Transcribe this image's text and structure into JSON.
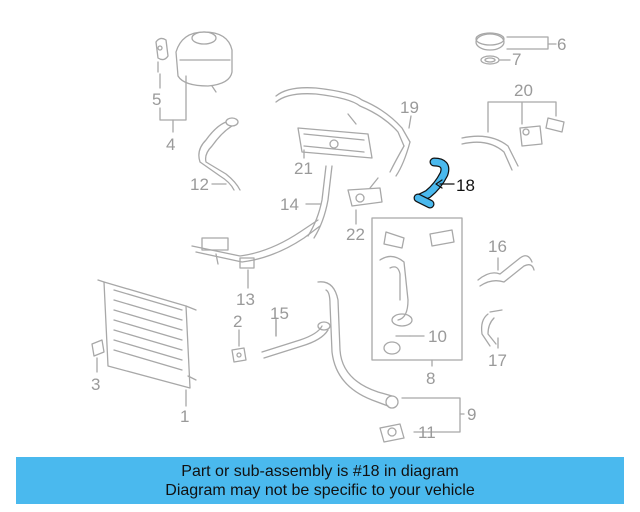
{
  "colors": {
    "highlight": "#4ab9ee",
    "part_outline": "#a8a8a8",
    "label_grey": "#9a9a9a",
    "banner_bg": "#4ab9ee"
  },
  "diagram": {
    "highlighted_part": "18",
    "callouts": [
      "1",
      "2",
      "3",
      "4",
      "5",
      "6",
      "7",
      "8",
      "9",
      "10",
      "11",
      "12",
      "13",
      "14",
      "15",
      "16",
      "17",
      "18",
      "19",
      "20",
      "21",
      "22"
    ]
  },
  "banner": {
    "line1": "Part or sub-assembly is #18 in diagram",
    "line2": "Diagram may not be specific to your vehicle"
  }
}
